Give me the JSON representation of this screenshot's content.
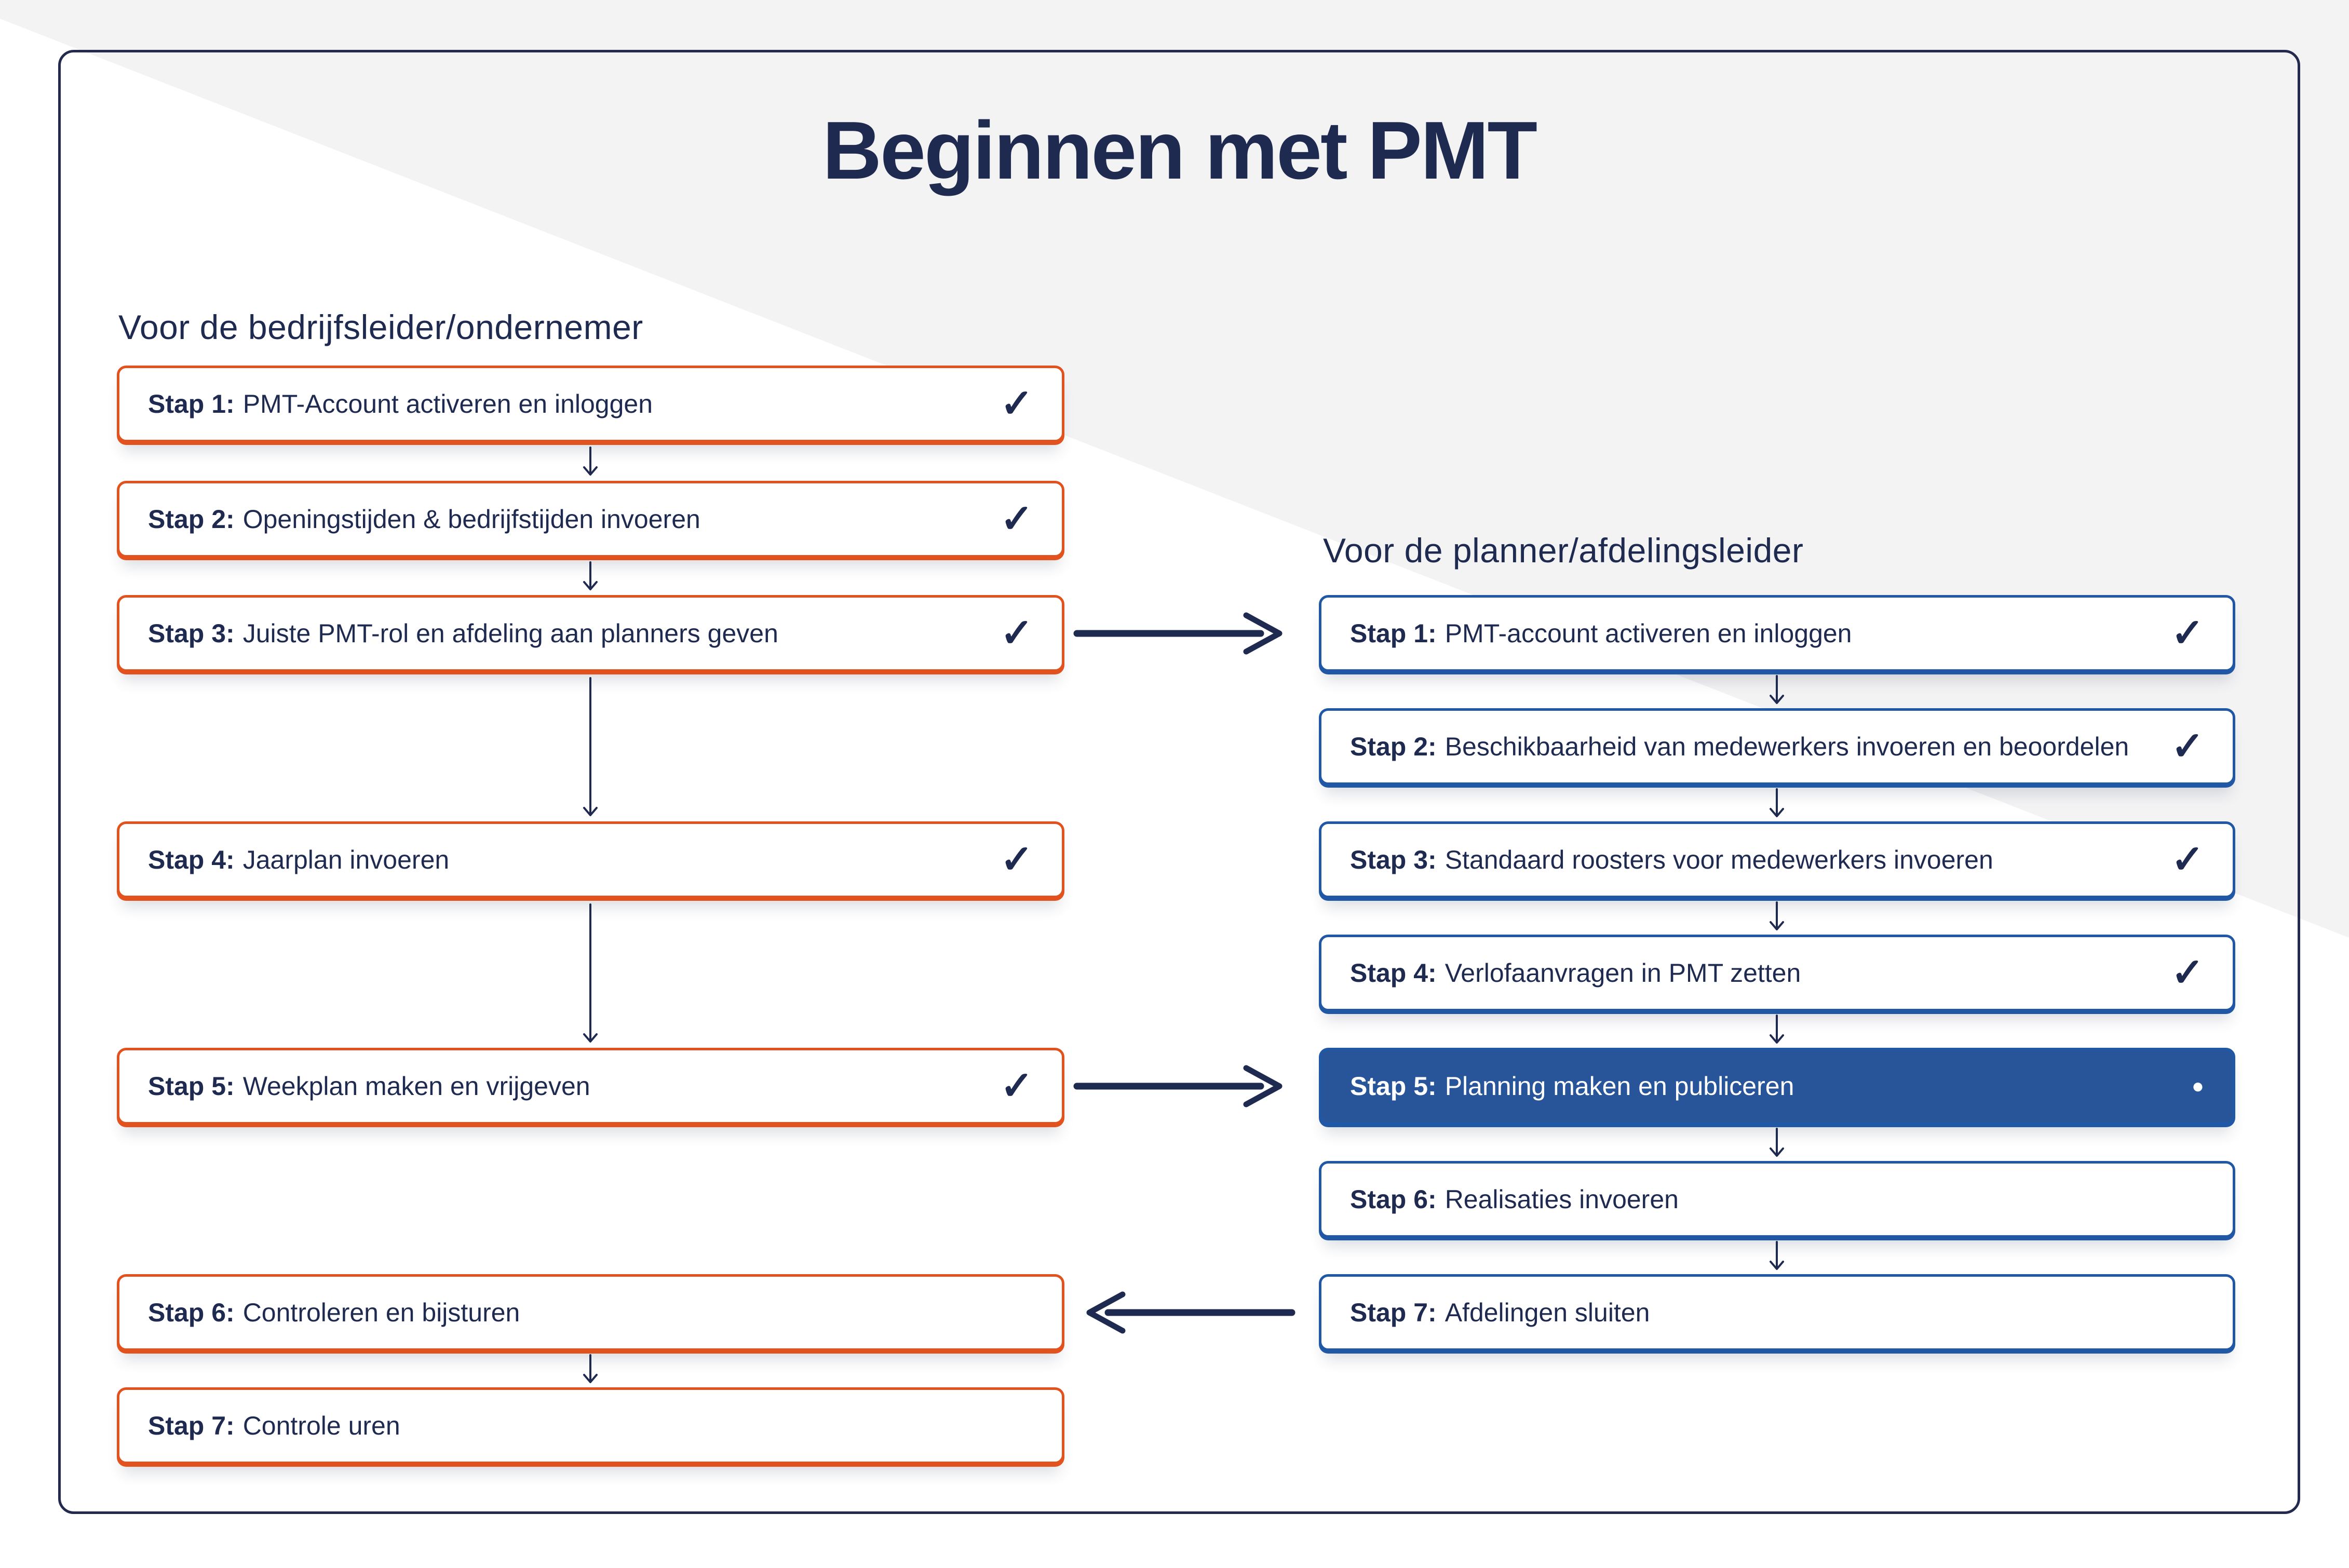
{
  "page": {
    "title": "Beginnen met PMT"
  },
  "colors": {
    "navy": "#1F2A50",
    "card_border": "#232A4D",
    "orange": "#E2521E",
    "blue_border": "#2158A5",
    "blue_fill": "#28559A",
    "background_gray": "#F3F3F4"
  },
  "icons": {
    "check": "✓",
    "active_dot": "●",
    "arrow_down": "↓",
    "arrow_right": "→",
    "arrow_left": "←"
  },
  "columns": {
    "left": {
      "header": "Voor de bedrijfsleider/ondernemer",
      "steps": [
        {
          "label": "Stap 1:",
          "text": "PMT-Account activeren en inloggen",
          "status": "done"
        },
        {
          "label": "Stap 2:",
          "text": "Openingstijden & bedrijfstijden invoeren",
          "status": "done"
        },
        {
          "label": "Stap 3:",
          "text": "Juiste PMT-rol en afdeling aan planners geven",
          "status": "done"
        },
        {
          "label": "Stap 4:",
          "text": "Jaarplan invoeren",
          "status": "done"
        },
        {
          "label": "Stap 5:",
          "text": "Weekplan maken en vrijgeven",
          "status": "done"
        },
        {
          "label": "Stap 6:",
          "text": "Controleren en bijsturen",
          "status": "todo"
        },
        {
          "label": "Stap 7:",
          "text": "Controle uren",
          "status": "todo"
        }
      ]
    },
    "right": {
      "header": "Voor de planner/afdelingsleider",
      "steps": [
        {
          "label": "Stap 1:",
          "text": "PMT-account activeren en inloggen",
          "status": "done"
        },
        {
          "label": "Stap 2:",
          "text": "Beschikbaarheid van medewerkers invoeren en beoordelen",
          "status": "done"
        },
        {
          "label": "Stap 3:",
          "text": "Standaard roosters voor medewerkers invoeren",
          "status": "done"
        },
        {
          "label": "Stap 4:",
          "text": "Verlofaanvragen in PMT zetten",
          "status": "done"
        },
        {
          "label": "Stap 5:",
          "text": "Planning maken en publiceren",
          "status": "active"
        },
        {
          "label": "Stap 6:",
          "text": "Realisaties invoeren",
          "status": "todo"
        },
        {
          "label": "Stap 7:",
          "text": "Afdelingen sluiten",
          "status": "todo"
        }
      ]
    }
  }
}
